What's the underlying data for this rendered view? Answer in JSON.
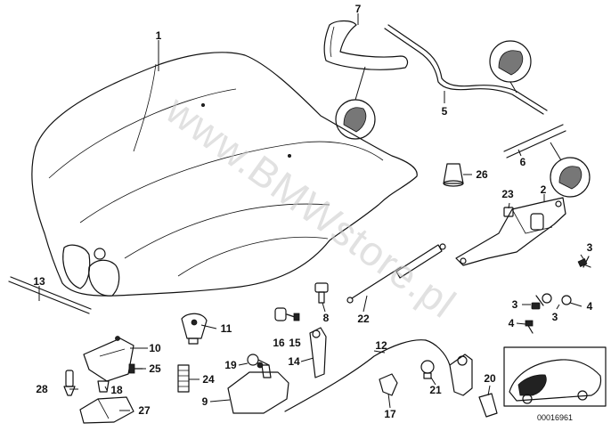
{
  "watermark": "www.BMWstore.pl",
  "reference_number": "00016961",
  "callouts": [
    {
      "id": "1",
      "text": "1"
    },
    {
      "id": "2",
      "text": "2"
    },
    {
      "id": "3a",
      "text": "3"
    },
    {
      "id": "3b",
      "text": "3"
    },
    {
      "id": "3c",
      "text": "3"
    },
    {
      "id": "4a",
      "text": "4"
    },
    {
      "id": "4b",
      "text": "4"
    },
    {
      "id": "5",
      "text": "5"
    },
    {
      "id": "6",
      "text": "6"
    },
    {
      "id": "7",
      "text": "7"
    },
    {
      "id": "8",
      "text": "8"
    },
    {
      "id": "9",
      "text": "9"
    },
    {
      "id": "10",
      "text": "10"
    },
    {
      "id": "11",
      "text": "11"
    },
    {
      "id": "12",
      "text": "12"
    },
    {
      "id": "13",
      "text": "13"
    },
    {
      "id": "14",
      "text": "14"
    },
    {
      "id": "15",
      "text": "15"
    },
    {
      "id": "16",
      "text": "16"
    },
    {
      "id": "17",
      "text": "17"
    },
    {
      "id": "18",
      "text": "18"
    },
    {
      "id": "19",
      "text": "19"
    },
    {
      "id": "20",
      "text": "20"
    },
    {
      "id": "21",
      "text": "21"
    },
    {
      "id": "22",
      "text": "22"
    },
    {
      "id": "23",
      "text": "23"
    },
    {
      "id": "24",
      "text": "24"
    },
    {
      "id": "25",
      "text": "25"
    },
    {
      "id": "26",
      "text": "26"
    },
    {
      "id": "27",
      "text": "27"
    },
    {
      "id": "28",
      "text": "28"
    }
  ]
}
